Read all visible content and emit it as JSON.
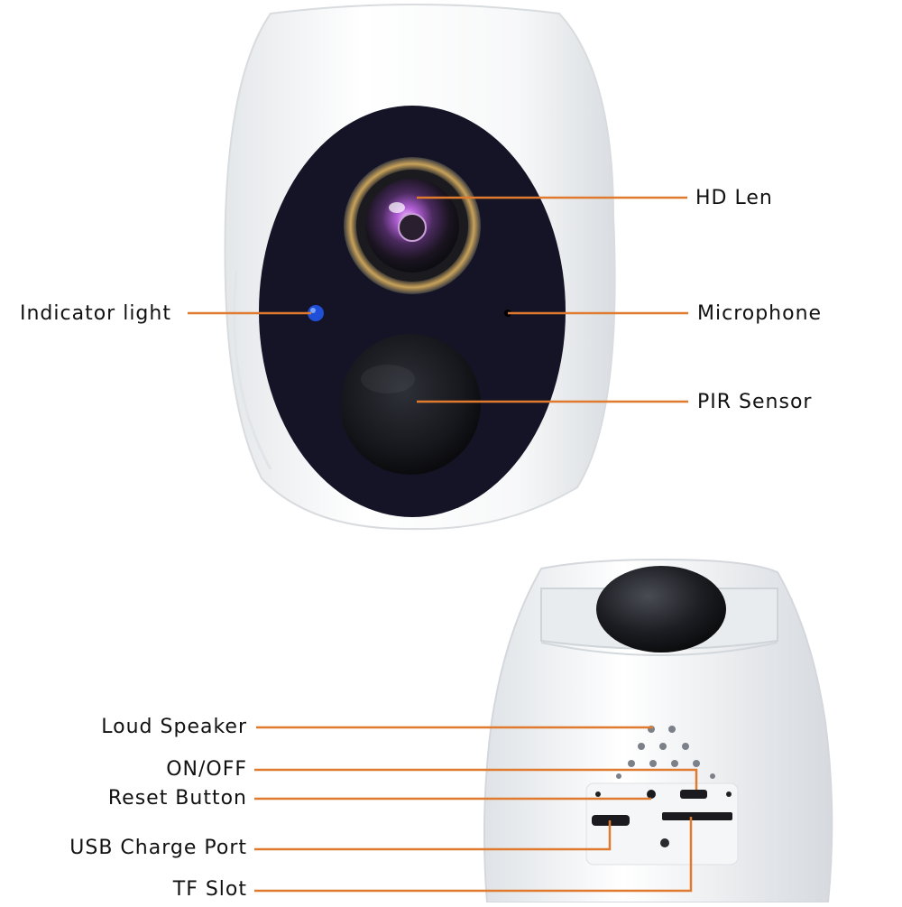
{
  "labels": {
    "hd_len": "HD Len",
    "indicator_light": "Indicator light",
    "microphone": "Microphone",
    "pir_sensor": "PIR Sensor",
    "loud_speaker": "Loud Speaker",
    "on_off": "ON/OFF",
    "reset_button": "Reset Button",
    "usb_charge_port": "USB Charge Port",
    "tf_slot": "TF Slot"
  },
  "colors": {
    "leader_line": "#e07a2e",
    "camera_body": "#f2f4f6",
    "camera_face": "#141426",
    "indicator_led": "#1f4fd6"
  },
  "icons": {
    "lens": "camera-lens-icon",
    "led": "indicator-led-icon",
    "mic": "microphone-hole-icon",
    "pir": "pir-dome-icon"
  }
}
